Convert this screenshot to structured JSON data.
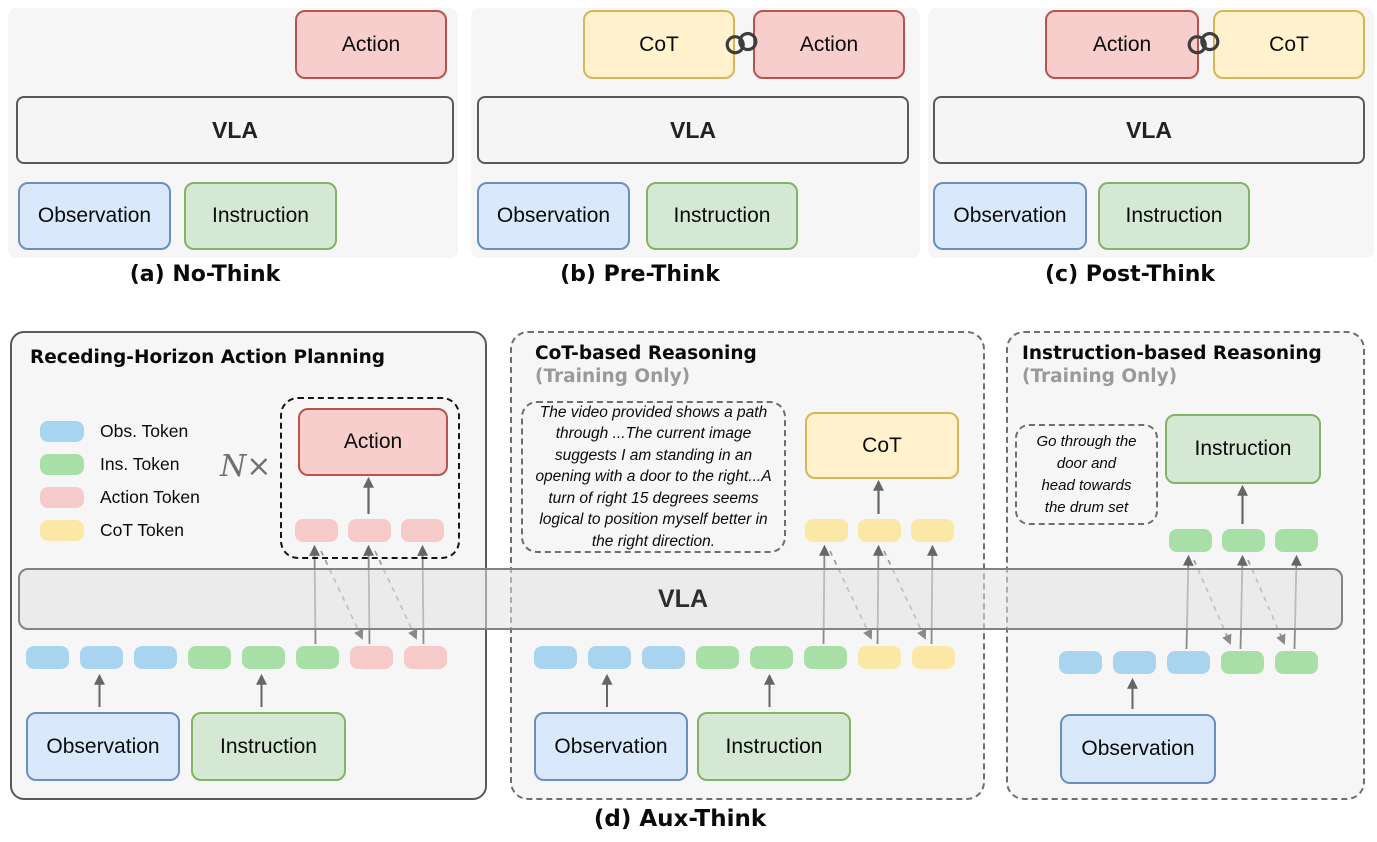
{
  "colors": {
    "panel-bg": "#f6f6f6",
    "blue-fill": "#dae8fc",
    "blue-stroke": "#6c8ebf",
    "green-fill": "#d5e8d4",
    "green-stroke": "#82b366",
    "red-fill": "#f8cecc",
    "red-stroke": "#b85450",
    "yellow-fill": "#fff2cc",
    "yellow-stroke": "#d6b656",
    "gray-fill": "#f5f5f5",
    "gray-stroke": "#595959",
    "token-blue": "#a9d4ef",
    "token-green": "#a7dfa7",
    "token-pink": "#f7caca",
    "token-yellow": "#fce8a6"
  },
  "top_panels": [
    {
      "caption": "(a) No-Think",
      "vla_label": "VLA",
      "action_label": "Action",
      "observation_label": "Observation",
      "instruction_label": "Instruction"
    },
    {
      "caption": "(b) Pre-Think",
      "vla_label": "VLA",
      "cot_label": "CoT",
      "action_label": "Action",
      "link_icon": "chain-link-icon",
      "observation_label": "Observation",
      "instruction_label": "Instruction"
    },
    {
      "caption": "(c) Post-Think",
      "vla_label": "VLA",
      "action_label": "Action",
      "cot_label": "CoT",
      "link_icon": "chain-link-icon",
      "observation_label": "Observation",
      "instruction_label": "Instruction"
    }
  ],
  "aux": {
    "caption": "(d) Aux-Think",
    "vla_label": "VLA",
    "left": {
      "title": "Receding-Horizon Action Planning",
      "legend": [
        {
          "label": "Obs. Token",
          "color": "blue"
        },
        {
          "label": "Ins. Token",
          "color": "green"
        },
        {
          "label": "Action Token",
          "color": "pink"
        },
        {
          "label": "CoT Token",
          "color": "yellow"
        }
      ],
      "repeat_label": "N×",
      "action_label": "Action",
      "observation_label": "Observation",
      "instruction_label": "Instruction",
      "top_tokens": [
        "pink",
        "pink",
        "pink"
      ],
      "bottom_tokens": [
        "blue",
        "blue",
        "blue",
        "green",
        "green",
        "green",
        "pink",
        "pink"
      ]
    },
    "middle": {
      "title": "CoT-based Reasoning",
      "subtitle": "(Training Only)",
      "reasoning_lines": [
        "The video provided shows a path",
        "through ...The current image",
        "suggests I am standing in an",
        "opening with a door to the right...A",
        "turn of right 15 degrees  seems",
        "logical  to position myself better in",
        "the right direction."
      ],
      "cot_label": "CoT",
      "observation_label": "Observation",
      "instruction_label": "Instruction",
      "top_tokens": [
        "yellow",
        "yellow",
        "yellow"
      ],
      "bottom_tokens": [
        "blue",
        "blue",
        "blue",
        "green",
        "green",
        "green",
        "yellow",
        "yellow"
      ]
    },
    "right": {
      "title": "Instruction-based Reasoning",
      "subtitle": "(Training Only)",
      "instruction_lines": [
        "Go through the",
        "door  and",
        "head towards",
        "the drum set"
      ],
      "instruction_label": "Instruction",
      "observation_label": "Observation",
      "top_tokens": [
        "green",
        "green",
        "green"
      ],
      "bottom_tokens": [
        "blue",
        "blue",
        "blue",
        "green",
        "green"
      ]
    }
  }
}
